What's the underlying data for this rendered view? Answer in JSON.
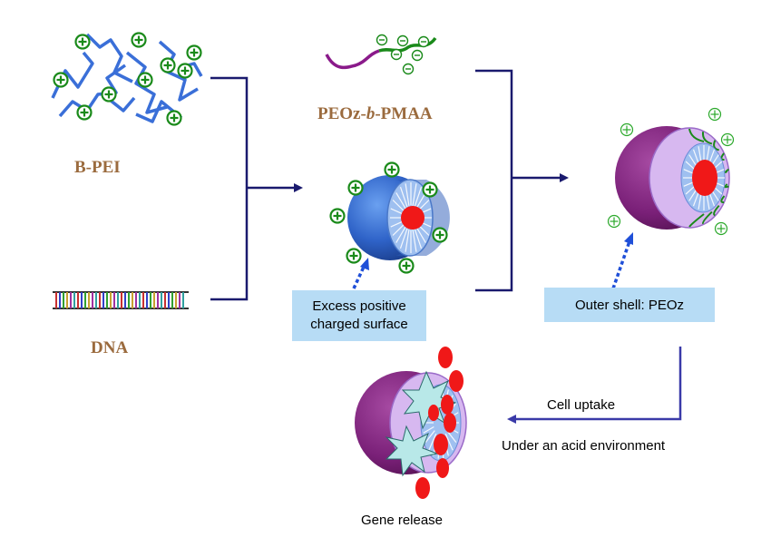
{
  "labels": {
    "bpei": "B-PEI",
    "dna": "DNA",
    "peoz_a": "PEOz-",
    "peoz_b": "b",
    "peoz_c": "-PMAA",
    "excess_line1": "Excess positive",
    "excess_line2": "charged surface",
    "outer_shell": "Outer shell: PEOz",
    "cell_uptake": "Cell uptake",
    "acid_env": "Under an acid environment",
    "gene_release": "Gene release"
  },
  "colors": {
    "label_brown": "#9b6b3e",
    "arrow_navy": "#1a1a6e",
    "callout_fill": "#b7dcf5",
    "pei_blue": "#3a6fd8",
    "charge_green": "#1a8a1a",
    "shell_purple": "#7a2078",
    "core_red": "#f01818"
  }
}
